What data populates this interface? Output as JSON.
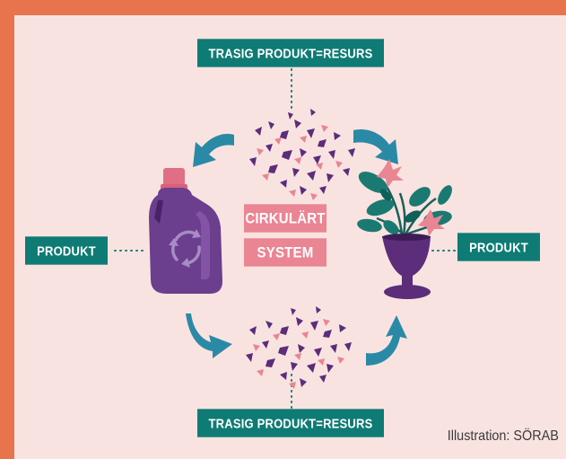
{
  "labels": {
    "top": "TRASIG PRODUKT=RESURS",
    "bottom": "TRASIG PRODUKT=RESURS",
    "left": "PRODUKT",
    "right": "PRODUKT",
    "center_line1": "CIRKULÄRT",
    "center_line2": "SYSTEM"
  },
  "credit": "Illustration: SÖRAB",
  "colors": {
    "background": "#f9e3e1",
    "frame": "#e8744e",
    "teal_label": "#0e7b74",
    "arrow": "#2a8aa6",
    "pink_label": "#ea8593",
    "purple": "#5c2d7a",
    "bottle": "#6b3e8e",
    "bottle_cap": "#e06f86",
    "leaf": "#1a7a72",
    "fragment_pink": "#ea8593"
  },
  "icons": [
    "recycle-icon",
    "plastic-bottle-icon",
    "potted-plant-icon",
    "arrow-icon",
    "fragments-icon"
  ]
}
